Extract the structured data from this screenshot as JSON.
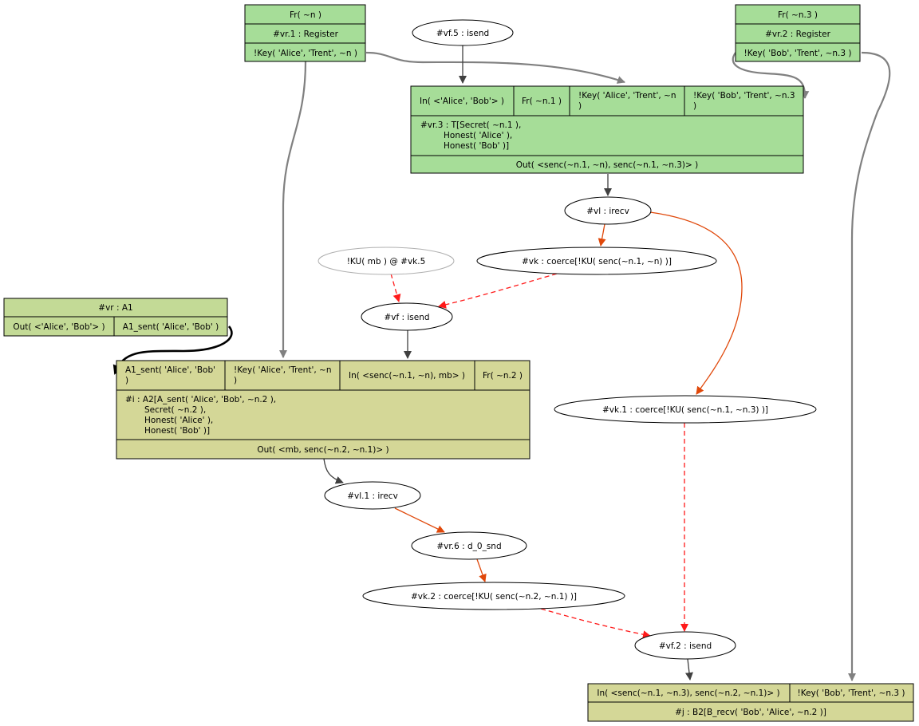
{
  "nodes": {
    "fr_n": {
      "title": "Fr( ~n )",
      "rule": "#vr.1 : Register",
      "out": "!Key( 'Alice', 'Trent', ~n )"
    },
    "fr_n3": {
      "title": "Fr( ~n.3 )",
      "rule": "#vr.2 : Register",
      "out": "!Key( 'Bob', 'Trent', ~n.3 )"
    },
    "vf5": {
      "label": "#vf.5 : isend"
    },
    "vr3": {
      "in1": "In( <'Alice', 'Bob'> )",
      "in2": "Fr( ~n.1 )",
      "in3_l1": "!Key( 'Alice', 'Trent', ~n",
      "in3_l2": ")",
      "in4_l1": "!Key( 'Bob', 'Trent', ~n.3",
      "in4_l2": ")",
      "rule_l1": "#vr.3 : T[Secret( ~n.1 ),",
      "rule_l2": "Honest( 'Alice' ),",
      "rule_l3": "Honest( 'Bob' )]",
      "out": "Out( <senc(~n.1, ~n), senc(~n.1, ~n.3)> )"
    },
    "vl": {
      "label": "#vl : irecv"
    },
    "vk": {
      "label": "#vk : coerce[!KU( senc(~n.1, ~n) )]"
    },
    "ku": {
      "label": "!KU( mb ) @ #vk.5"
    },
    "vf": {
      "label": "#vf : isend"
    },
    "vr_a1": {
      "rule": "#vr : A1",
      "out1": "Out( <'Alice', 'Bob'> )",
      "out2": "A1_sent( 'Alice', 'Bob' )"
    },
    "i_a2": {
      "in1_l1": "A1_sent( 'Alice', 'Bob'",
      "in1_l2": ")",
      "in2_l1": "!Key( 'Alice', 'Trent', ~n",
      "in2_l2": ")",
      "in3": "In( <senc(~n.1, ~n), mb> )",
      "in4": "Fr( ~n.2 )",
      "rule_l1": "#i : A2[A_sent( 'Alice', 'Bob', ~n.2 ),",
      "rule_l2": "Secret( ~n.2 ),",
      "rule_l3": "Honest( 'Alice' ),",
      "rule_l4": "Honest( 'Bob' )]",
      "out": "Out( <mb, senc(~n.2, ~n.1)> )"
    },
    "vk1": {
      "label": "#vk.1 : coerce[!KU( senc(~n.1, ~n.3) )]"
    },
    "vl1": {
      "label": "#vl.1 : irecv"
    },
    "vr6": {
      "label": "#vr.6 : d_0_snd"
    },
    "vk2": {
      "label": "#vk.2 : coerce[!KU( senc(~n.2, ~n.1) )]"
    },
    "vf2": {
      "label": "#vf.2 : isend"
    },
    "j_b2": {
      "in1": "In( <senc(~n.1, ~n.3), senc(~n.2, ~n.1)> )",
      "in2": "!Key( 'Bob', 'Trent', ~n.3 )",
      "rule": "#j : B2[B_recv( 'Bob', 'Alice', ~n.2 )]"
    }
  },
  "colors": {
    "rule_green": "#a6dd98",
    "rule_olive": "#d4d797",
    "rule_a1": "#c3da96",
    "edge_grey": "#808080",
    "edge_orange": "#e0480a",
    "edge_red": "#ff1a1a"
  }
}
